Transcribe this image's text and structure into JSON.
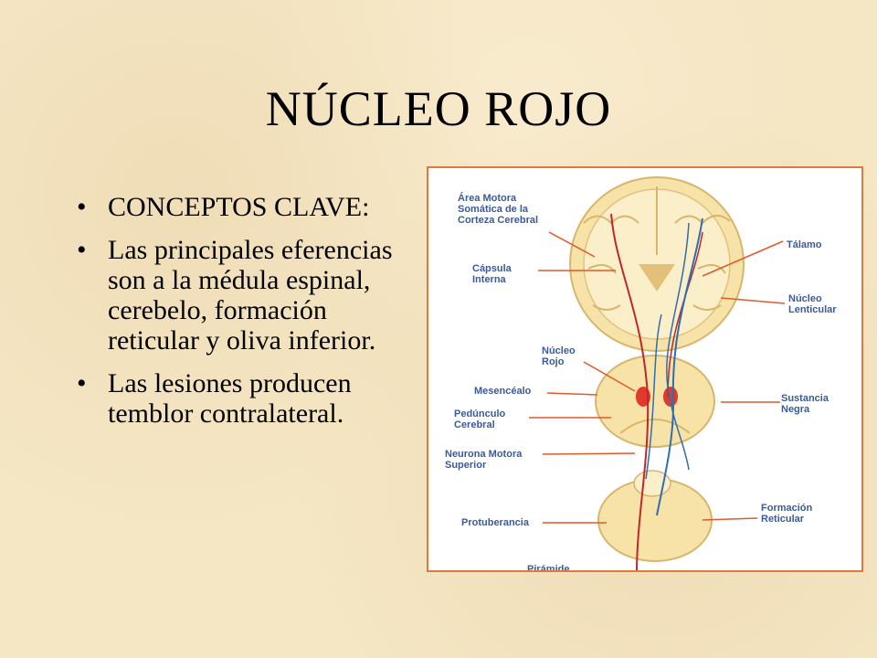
{
  "slide": {
    "title": "NÚCLEO ROJO",
    "bullets": [
      "CONCEPTOS CLAVE:",
      "Las principales eferencias son a la médula espinal, cerebelo, formación reticular y oliva inferior.",
      "Las lesiones producen temblor contralateral."
    ]
  },
  "figure": {
    "labels_left": [
      "Área Motora",
      "Somática de la",
      "Corteza Cerebral",
      "Cápsula",
      "Interna",
      "Núcleo",
      "Rojo",
      "Mesencéalo",
      "Pedúnculo",
      "Cerebral",
      "Neurona Motora",
      "Superior",
      "Protuberancia",
      "Pirámide"
    ],
    "labels_right": [
      "Tálamo",
      "Núcleo",
      "Lenticular",
      "Sustancia",
      "Negra",
      "Formación",
      "Reticular"
    ]
  },
  "colors": {
    "background": "#f5e6c4",
    "frame": "#e07a3c",
    "label": "#3a5a9a",
    "arrow": "#e05a2a",
    "tract_red": "#c0262b",
    "tract_blue": "#2f6db0"
  }
}
